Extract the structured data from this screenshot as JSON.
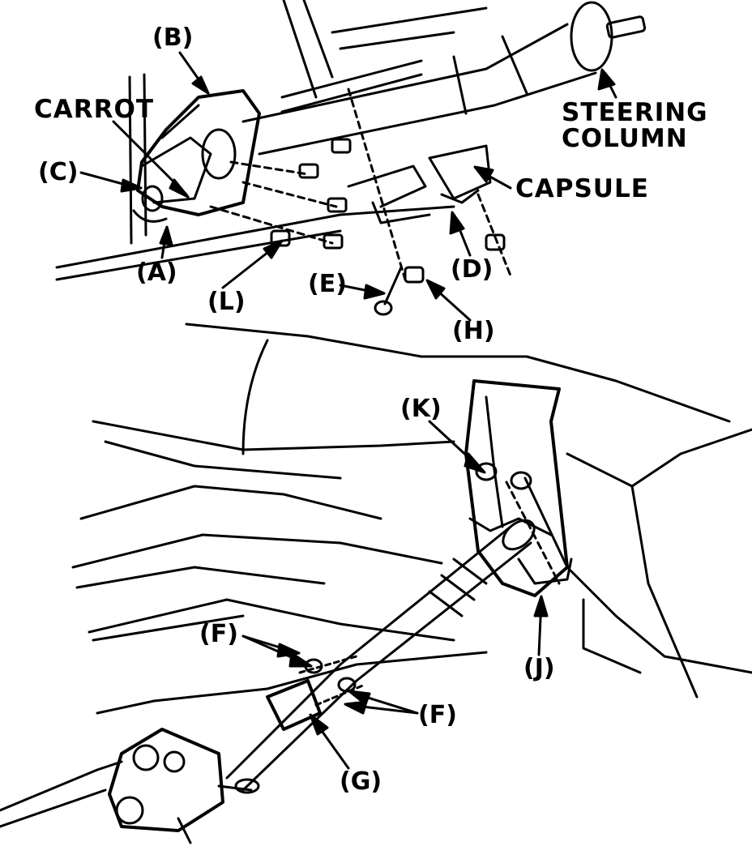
{
  "labels": {
    "b": "(B)",
    "carrot": "CARROT",
    "c": "(C)",
    "a": "(A)",
    "l": "(L)",
    "steering_line1": "STEERING",
    "steering_line2": "COLUMN",
    "capsule": "CAPSULE",
    "d": "(D)",
    "e": "(E)",
    "h": "(H)",
    "k": "(K)",
    "j": "(J)",
    "f_top": "(F)",
    "f_right": "(F)",
    "g": "(G)"
  },
  "colors": {
    "ink": "#000000",
    "paper": "#ffffff"
  }
}
